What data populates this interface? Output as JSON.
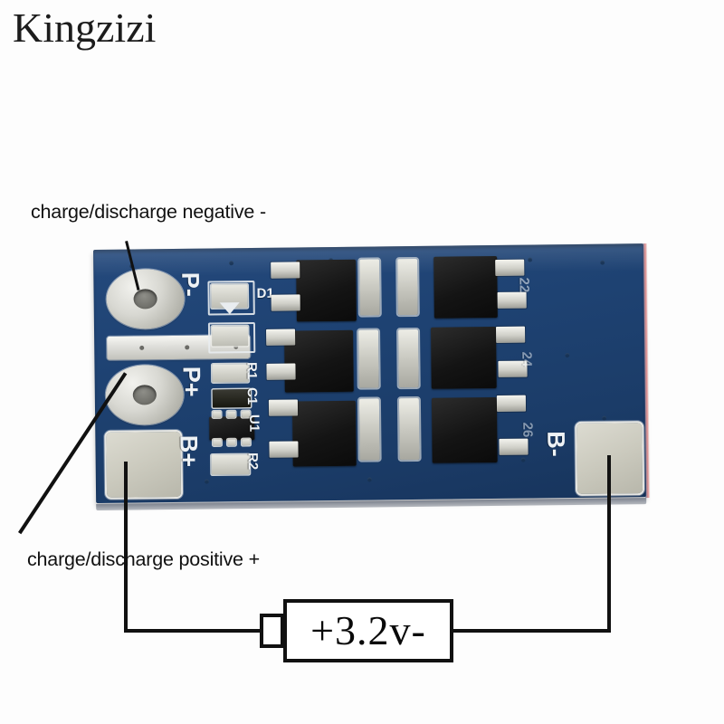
{
  "watermark": {
    "text": "Kingzizi"
  },
  "annotations": {
    "negative_label": "charge/discharge negative -",
    "positive_label": "charge/discharge positive +"
  },
  "battery_symbol": {
    "text": "+3.2v-",
    "voltage": "3.2",
    "unit": "v",
    "positive_sign": "+",
    "negative_sign": "-"
  },
  "board": {
    "silkscreen": {
      "p_minus": "P-",
      "p_plus": "P+",
      "b_plus": "B+",
      "b_minus": "B-",
      "d1": "D1",
      "r1": "R1",
      "c1": "C1",
      "u1": "U1",
      "r2": "R2"
    },
    "colors": {
      "pcb_blue": "#1e4272",
      "pcb_blue_dark": "#17345c",
      "solder_pad": "#cbcabe",
      "mosfet_black": "#141414",
      "silkscreen_white": "#eef2f5",
      "line_black": "#111111",
      "background": "#fdfdfd"
    },
    "mosfet_count": "6"
  }
}
